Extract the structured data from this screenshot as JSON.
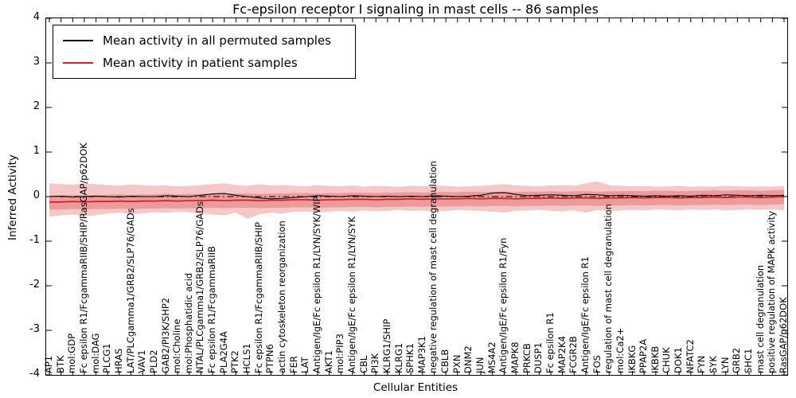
{
  "chart_data": {
    "type": "line",
    "title": "Fc-epsilon receptor I signaling in mast cells -- 86 samples",
    "xlabel": "Cellular Entities",
    "ylabel": "Inferred Activity",
    "ylim": [
      -4,
      4
    ],
    "y_ticks": [
      "4",
      "3",
      "2",
      "1",
      "0",
      "-1",
      "-2",
      "-3",
      "-4"
    ],
    "grid": false,
    "legend_position": "upper left",
    "zero_line": {
      "style": "dashdot",
      "color": "#000000"
    },
    "categories": [
      "AP1",
      "BTK",
      "mol:GDP",
      "Fc epsilon R1/FcgammaRIIB/SHIP/RasGAP/p62DOK",
      "mol:DAG",
      "PLCG1",
      "HRAS",
      "LAT/PLCgamma1/GRB2/SLP76/GADs",
      "VAV1",
      "PLD2",
      "GAB2/PI3K/SHP2",
      "mol:Choline",
      "mol:Phosphatidic acid",
      "NTAL/PLCgamma1/GRB2/SLP76/GADs",
      "Fc epsilon R1/FcgammaRIIB",
      "PLA2G4A",
      "PTK2",
      "HCLS1",
      "Fc epsilon R1/FcgammaRIIB/SHIP",
      "PTPN6",
      "actin cytoskeleton reorganization",
      "FER",
      "LAT",
      "Antigen/IgE/Fc epsilon R1/LYN/SYK/WIP",
      "AKT1",
      "mol:PIP3",
      "Antigen/IgE/Fc epsilon R1/LYN/SYK",
      "CBL",
      "PI3K",
      "KLRG1/SHIP",
      "KLRG1",
      "SPHK1",
      "MAP3K1",
      "negative regulation of mast cell degranulation",
      "CBLB",
      "PXN",
      "DNM2",
      "JUN",
      "MS4A2",
      "Antigen/IgE/Fc epsilon R1/Fyn",
      "MAPK8",
      "PRKCB",
      "DUSP1",
      "Fc epsilon R1",
      "MAP2K4",
      "FCGR2B",
      "Antigen/IgE/Fc epsilon R1",
      "FOS",
      "regulation of mast cell degranulation",
      "mol:Ca2+",
      "IKBKG",
      "PPAP2A",
      "IKBKB",
      "CHUK",
      "DOK1",
      "NFATC2",
      "FYN",
      "SYK",
      "LYN",
      "GRB2",
      "SHC1",
      "mast cell degranulation",
      "positive regulation of MAPK activity",
      "RasGAP/p62DOK"
    ],
    "series": [
      {
        "name": "Mean activity in all permuted samples",
        "color": "#000000",
        "values": [
          0.0,
          0.01,
          -0.01,
          0.0,
          0.01,
          0.0,
          -0.01,
          0.01,
          0.0,
          0.0,
          0.02,
          0.01,
          0.0,
          0.03,
          0.06,
          0.07,
          0.03,
          0.0,
          -0.03,
          -0.05,
          -0.04,
          -0.02,
          0.0,
          0.02,
          0.01,
          0.0,
          0.02,
          0.01,
          0.0,
          0.01,
          0.0,
          0.01,
          0.0,
          0.02,
          0.01,
          0.0,
          0.01,
          0.03,
          0.08,
          0.09,
          0.05,
          0.02,
          0.03,
          0.04,
          0.03,
          0.02,
          0.05,
          0.04,
          0.02,
          0.03,
          0.02,
          0.01,
          0.02,
          0.01,
          0.02,
          0.01,
          0.03,
          0.02,
          0.04,
          0.03,
          0.02,
          0.03,
          0.02,
          0.03
        ]
      },
      {
        "name": "Mean activity in patient samples",
        "color": "#cc2222",
        "values": [
          -0.12,
          -0.12,
          -0.11,
          -0.12,
          -0.11,
          -0.11,
          -0.1,
          -0.11,
          -0.1,
          -0.1,
          -0.09,
          -0.1,
          -0.09,
          -0.09,
          -0.08,
          -0.09,
          -0.08,
          -0.08,
          -0.09,
          -0.08,
          -0.08,
          -0.07,
          -0.07,
          -0.08,
          -0.07,
          -0.07,
          -0.06,
          -0.06,
          -0.07,
          -0.06,
          -0.06,
          -0.05,
          -0.06,
          -0.05,
          -0.05,
          -0.05,
          -0.04,
          -0.05,
          -0.04,
          -0.04,
          -0.05,
          -0.04,
          -0.04,
          -0.03,
          -0.04,
          -0.03,
          -0.03,
          -0.04,
          -0.03,
          -0.03,
          -0.02,
          -0.03,
          -0.02,
          -0.02,
          -0.03,
          -0.02,
          -0.02,
          -0.01,
          -0.02,
          -0.01,
          -0.01,
          -0.02,
          -0.01,
          0.0
        ]
      }
    ],
    "band": {
      "color": "#e05252",
      "inner_offset_up": 0.15,
      "inner_offset_down": 0.17,
      "outer_upper": [
        0.3,
        0.28,
        0.27,
        0.3,
        0.28,
        0.26,
        0.25,
        0.27,
        0.26,
        0.24,
        0.25,
        0.23,
        0.24,
        0.26,
        0.28,
        0.3,
        0.26,
        0.24,
        0.28,
        0.25,
        0.26,
        0.24,
        0.23,
        0.26,
        0.24,
        0.23,
        0.25,
        0.22,
        0.24,
        0.23,
        0.22,
        0.24,
        0.23,
        0.25,
        0.24,
        0.22,
        0.23,
        0.24,
        0.26,
        0.28,
        0.25,
        0.24,
        0.23,
        0.25,
        0.26,
        0.24,
        0.3,
        0.34,
        0.26,
        0.24,
        0.23,
        0.24,
        0.22,
        0.23,
        0.24,
        0.22,
        0.23,
        0.22,
        0.24,
        0.23,
        0.22,
        0.23,
        0.22,
        0.24
      ],
      "outer_lower": [
        -0.45,
        -0.42,
        -0.4,
        -0.44,
        -0.42,
        -0.38,
        -0.36,
        -0.4,
        -0.38,
        -0.35,
        -0.36,
        -0.34,
        -0.35,
        -0.38,
        -0.4,
        -0.42,
        -0.36,
        -0.5,
        -0.4,
        -0.36,
        -0.38,
        -0.34,
        -0.33,
        -0.36,
        -0.34,
        -0.32,
        -0.34,
        -0.31,
        -0.33,
        -0.32,
        -0.3,
        -0.32,
        -0.31,
        -0.34,
        -0.32,
        -0.3,
        -0.31,
        -0.32,
        -0.34,
        -0.36,
        -0.32,
        -0.31,
        -0.3,
        -0.32,
        -0.33,
        -0.31,
        -0.36,
        -0.3,
        -0.33,
        -0.31,
        -0.3,
        -0.31,
        -0.29,
        -0.3,
        -0.31,
        -0.29,
        -0.3,
        -0.29,
        -0.31,
        -0.3,
        -0.29,
        -0.3,
        -0.29,
        -0.31
      ]
    }
  }
}
